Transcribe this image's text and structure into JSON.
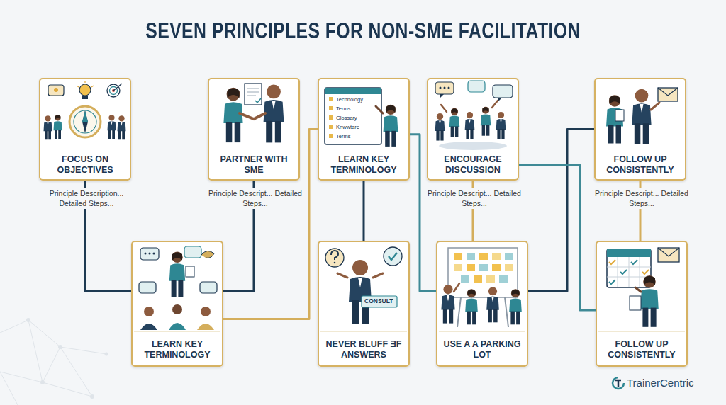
{
  "diagram": {
    "title": "SEVEN PRINCIPLES FOR NON-SME FACILITATION",
    "nodes": [
      {
        "text": [
          "FOCUS ON OBJECTIVES",
          "Principle Description... Detailed Steps..."
        ]
      },
      {
        "text": [
          "PARTNER WITH SME",
          "Principle Descript... Detailed Steps..."
        ]
      },
      {
        "text": [
          "LEARN KEY TERMINOLOGY"
        ]
      },
      {
        "text": [
          "ENCOURAGE DISCUSSION",
          "Principle Descript... Detailed Steps..."
        ]
      },
      {
        "text": [
          "FOLLOW UP CONSISTENTLY",
          "Principle Descript... Detailed Steps..."
        ]
      },
      {
        "text": [
          "LEARN KEY TERMINOLOGY"
        ]
      },
      {
        "text": [
          "NEVER BLUFF ƎF ANSWERS"
        ]
      },
      {
        "text": [
          "USE A A PARKING LOT"
        ]
      },
      {
        "text": [
          "FOLLOW UP CONSISTENTLY"
        ]
      }
    ],
    "edges": [
      {
        "from": 0,
        "to": 5,
        "arrow": "none"
      },
      {
        "from": 5,
        "to": 1,
        "arrow": "none"
      },
      {
        "from": 5,
        "to": 2,
        "arrow": "none"
      },
      {
        "from": 2,
        "to": 6,
        "arrow": "none"
      },
      {
        "from": 2,
        "to": 7,
        "arrow": "none"
      },
      {
        "from": 3,
        "to": 7,
        "arrow": "none"
      },
      {
        "from": 7,
        "to": 4,
        "arrow": "none"
      },
      {
        "from": 3,
        "to": 8,
        "arrow": "none"
      },
      {
        "from": 4,
        "to": 8,
        "arrow": "none"
      }
    ],
    "labels": [
      "Technology",
      "Terms",
      "Glossary",
      "Knwwtare",
      "Terms",
      "CONSULT",
      "TrainerCentric"
    ]
  }
}
